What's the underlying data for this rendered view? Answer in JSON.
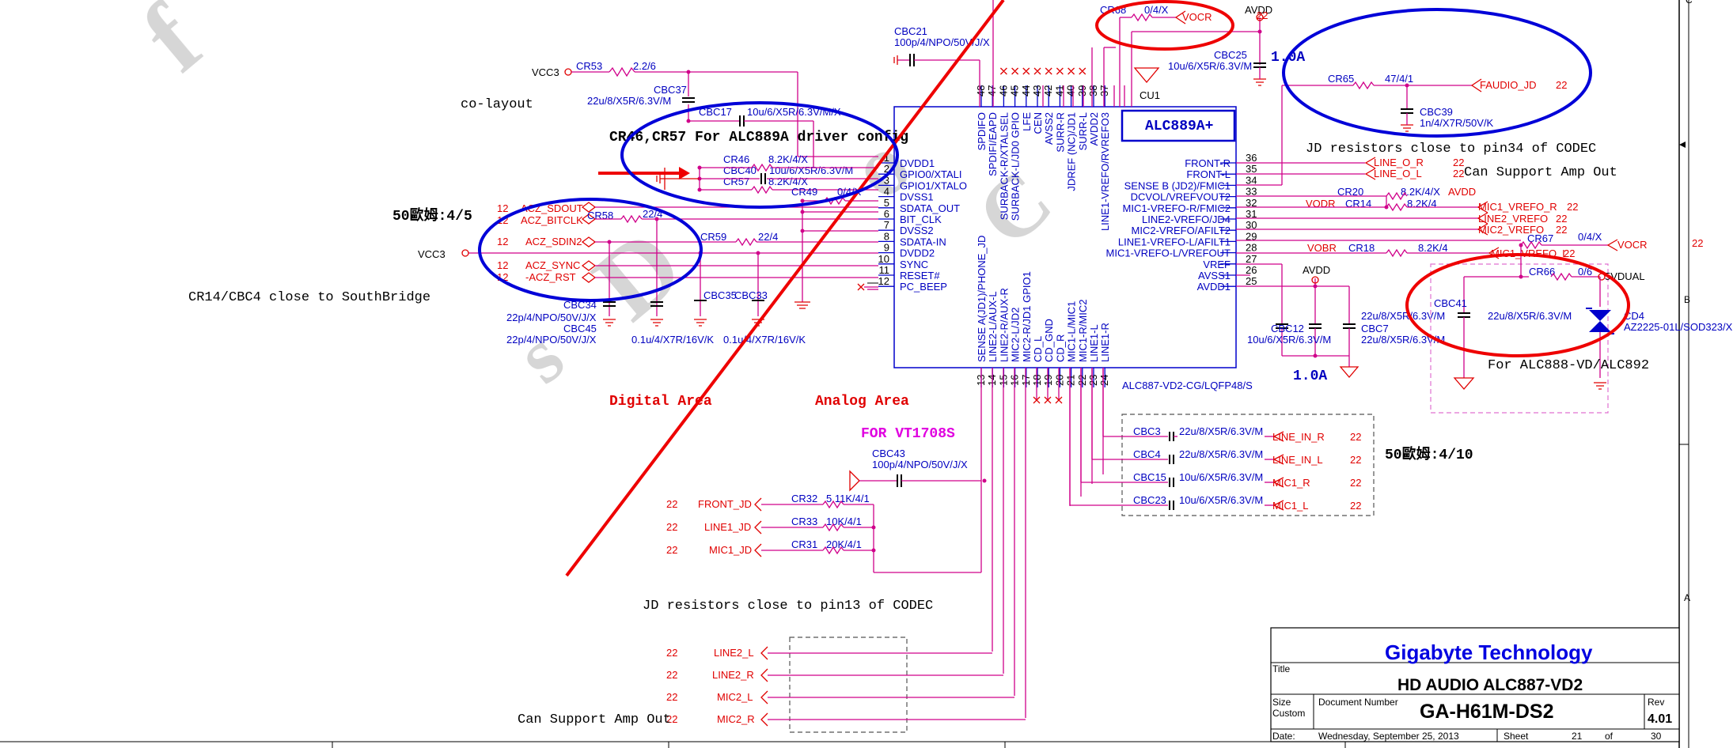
{
  "watermark": {
    "chars": [
      "f",
      "i",
      "D",
      "o",
      "s",
      "C"
    ]
  },
  "notes": {
    "co_layout": "co-layout",
    "driver_config": "CR46,CR57 For ALC889A driver config",
    "ohm_left": "50歐姆:4/5",
    "ohm_right": "50歐姆:4/10",
    "close_southbridge": "CR14/CBC4 close to SouthBridge",
    "digital_area": "Digital Area",
    "analog_area": "Analog Area",
    "for_vt1708s": "FOR VT1708S",
    "jd_pin13": "JD resistors close to pin13 of CODEC",
    "jd_pin34": "JD resistors close to pin34 of CODEC",
    "amp_out_top": "Can Support Amp Out",
    "amp_out_bottom": "Can Support Amp Out",
    "for_alc888": "For ALC888-VD/ALC892",
    "current_top": "1.0A",
    "current_bottom": "1.0A"
  },
  "chip": {
    "ref": "CU1",
    "name": "ALC889A+",
    "part": "ALC887-VD2-CG/LQFP48/S",
    "left_pins": [
      {
        "num": "1",
        "name": "DVDD1"
      },
      {
        "num": "2",
        "name": "GPIO0/XTALI"
      },
      {
        "num": "3",
        "name": "GPIO1/XTALO"
      },
      {
        "num": "4",
        "name": "DVSS1"
      },
      {
        "num": "5",
        "name": "SDATA_OUT"
      },
      {
        "num": "6",
        "name": "BIT_CLK"
      },
      {
        "num": "7",
        "name": "DVSS2"
      },
      {
        "num": "8",
        "name": "SDATA-IN"
      },
      {
        "num": "9",
        "name": "DVDD2"
      },
      {
        "num": "10",
        "name": "SYNC"
      },
      {
        "num": "11",
        "name": "RESET#"
      },
      {
        "num": "12",
        "name": "PC_BEEP"
      }
    ],
    "right_pins": [
      {
        "num": "36",
        "name": "FRONT-R"
      },
      {
        "num": "35",
        "name": "FRONT-L"
      },
      {
        "num": "34",
        "name": "SENSE B (JD2)/FMIC1"
      },
      {
        "num": "33",
        "name": "DCVOL/VREFVOUT2"
      },
      {
        "num": "32",
        "name": "MIC1-VREFO-R/FMIC2"
      },
      {
        "num": "31",
        "name": "LINE2-VREFO/JD4"
      },
      {
        "num": "30",
        "name": "MIC2-VREFO/AFILT2"
      },
      {
        "num": "29",
        "name": "LINE1-VREFO-L/AFILT1"
      },
      {
        "num": "28",
        "name": "MIC1-VREFO-L/VREFOUT"
      },
      {
        "num": "27",
        "name": "VREF"
      },
      {
        "num": "26",
        "name": "AVSS1"
      },
      {
        "num": "25",
        "name": "AVDD1"
      }
    ],
    "top_pins": [
      {
        "num": "48",
        "name": "SPDIFO"
      },
      {
        "num": "47",
        "name": "SPDIFI/EAPD"
      },
      {
        "num": "46",
        "name": "SURBACK-R/XTALSEL"
      },
      {
        "num": "45",
        "name": "SURBACK-L/JD0 GPIO"
      },
      {
        "num": "44",
        "name": "LFE"
      },
      {
        "num": "43",
        "name": "CEN"
      },
      {
        "num": "42",
        "name": "AVSS2"
      },
      {
        "num": "41",
        "name": "SURR-R"
      },
      {
        "num": "40",
        "name": "JDREF (NC)/JD1"
      },
      {
        "num": "39",
        "name": "SURR-L"
      },
      {
        "num": "38",
        "name": "AVDD2"
      },
      {
        "num": "37",
        "name": "LINE1-VREFO/RVREFO3"
      }
    ],
    "bottom_pins": [
      {
        "num": "13",
        "name": "SENSE A(JD1)/PHONE_JD"
      },
      {
        "num": "14",
        "name": "LINE2-L/AUX-L"
      },
      {
        "num": "15",
        "name": "LINE2-R/AUX-R"
      },
      {
        "num": "16",
        "name": "MIC2-L/JD2"
      },
      {
        "num": "17",
        "name": "MIC2-R/JD1 GPIO1"
      },
      {
        "num": "18",
        "name": "CD_L"
      },
      {
        "num": "19",
        "name": "CD_GND"
      },
      {
        "num": "20",
        "name": "CD_R"
      },
      {
        "num": "21",
        "name": "MIC1-L/MIC1"
      },
      {
        "num": "22",
        "name": "MIC1-R/MIC2"
      },
      {
        "num": "23",
        "name": "LINE1-L"
      },
      {
        "num": "24",
        "name": "LINE1-R"
      }
    ]
  },
  "components": {
    "cr53": {
      "ref": "CR53",
      "val": "2.2/6"
    },
    "cbc37": {
      "ref": "CBC37",
      "val": "22u/8/X5R/6.3V/M"
    },
    "cbc17": {
      "ref": "CBC17",
      "val": "10u/6/X5R/6.3V/M/X"
    },
    "cr46": {
      "ref": "CR46",
      "val": "8.2K/4/X"
    },
    "cbc40": {
      "ref": "CBC40",
      "val": "10u/6/X5R/6.3V/M"
    },
    "cr57": {
      "ref": "CR57",
      "val": "8.2K/4/X"
    },
    "cr49": {
      "ref": "CR49",
      "val": "0/4/X"
    },
    "cr58": {
      "ref": "CR58",
      "val": "22/4"
    },
    "cr59": {
      "ref": "CR59",
      "val": "22/4"
    },
    "cbc34": {
      "ref": "CBC34",
      "val": "22p/4/NPO/50V/J/X"
    },
    "cbc45": {
      "ref": "CBC45",
      "val": "22p/4/NPO/50V/J/X"
    },
    "cbc35": {
      "ref": "CBC35",
      "val": "0.1u/4/X7R/16V/K"
    },
    "cbc33": {
      "ref": "CBC33",
      "val": "0.1u/4/X7R/16V/K"
    },
    "cbc21": {
      "ref": "CBC21",
      "val": "100p/4/NPO/50V/J/X"
    },
    "cr68": {
      "ref": "CR68",
      "val": "0/4/X"
    },
    "cbc25": {
      "ref": "CBC25",
      "val": "10u/6/X5R/6.3V/M"
    },
    "cr65": {
      "ref": "CR65",
      "val": "47/4/1"
    },
    "cbc39": {
      "ref": "CBC39",
      "val": "1n/4/X7R/50V/K"
    },
    "cr20": {
      "ref": "CR20",
      "val": "8.2K/4/X"
    },
    "cr14": {
      "ref": "CR14",
      "val": "8.2K/4"
    },
    "cr67": {
      "ref": "CR67",
      "val": "0/4/X"
    },
    "cr18": {
      "ref": "CR18",
      "val": "8.2K/4"
    },
    "cr66": {
      "ref": "CR66",
      "val": "0/6"
    },
    "cbc41": {
      "ref": "CBC41",
      "val": "22u/8/X5R/6.3V/M"
    },
    "cd4": {
      "ref": "CD4",
      "val": "AZ2225-01L/SOD323/X"
    },
    "cbc12": {
      "ref": "CBC12",
      "val": "10u/6/X5R/6.3V/M"
    },
    "cbc7": {
      "ref": "CBC7",
      "val": "22u/8/X5R/6.3V/M"
    },
    "cbc43": {
      "ref": "CBC43",
      "val": "100p/4/NPO/50V/J/X"
    },
    "cr32": {
      "ref": "CR32",
      "val": "5.11K/4/1"
    },
    "cr33": {
      "ref": "CR33",
      "val": "10K/4/1"
    },
    "cr31": {
      "ref": "CR31",
      "val": "20K/4/1"
    },
    "cbc3": {
      "ref": "CBC3",
      "val": "22u/8/X5R/6.3V/M"
    },
    "cbc4": {
      "ref": "CBC4",
      "val": "22u/8/X5R/6.3V/M"
    },
    "cbc15": {
      "ref": "CBC15",
      "val": "10u/6/X5R/6.3V/M"
    },
    "cbc23": {
      "ref": "CBC23",
      "val": "10u/6/X5R/6.3V/M"
    }
  },
  "nets": {
    "vcc3_a": "VCC3",
    "vcc3_b": "VCC3",
    "avdd_top": "AVDD",
    "avdd_mid": "AVDD",
    "avdd_r": "AVDD",
    "vocr_top": "VOCR",
    "vocr_right": "VOCR",
    "faudio_jd": "FAUDIO_JD",
    "line_o_r": "LINE_O_R",
    "line_o_l": "LINE_O_L",
    "vodr": "VODR",
    "mic1_vrefo_r": "MIC1_VREFO_R",
    "line2_vrefo": "LINE2_VREFO",
    "mic2_vrefo": "MIC2_VREFO",
    "vobr": "VOBR",
    "mic1_vrefo_l": "MIC1_VREFO_L",
    "fivevdual": "5VDUAL",
    "acz_sdout": "ACZ_SDOUT",
    "acz_bitclk": "ACZ_BITCLK",
    "acz_sdin2": "ACZ_SDIN2",
    "acz_sync": "ACZ_SYNC",
    "acz_rst": "-ACZ_RST",
    "front_jd": "FRONT_JD",
    "line1_jd": "LINE1_JD",
    "mic1_jd": "MIC1_JD",
    "line_in_r": "LINE_IN_R",
    "line_in_l": "LINE_IN_L",
    "mic1_r": "MIC1_R",
    "mic1_l": "MIC1_L",
    "line2_l": "LINE2_L",
    "line2_r": "LINE2_R",
    "mic2_l": "MIC2_L",
    "mic2_r": "MIC2_R",
    "sheet_ref": "22",
    "sheet_ref_12": "12"
  },
  "title_block": {
    "company": "Gigabyte Technology",
    "title_label": "Title",
    "title": "HD AUDIO ALC887-VD2",
    "size_label": "Size",
    "size_value": "Custom",
    "doc_label": "Document Number",
    "doc_number": "GA-H61M-DS2",
    "rev_label": "Rev",
    "rev": "4.01",
    "date_label": "Date:",
    "date": "Wednesday, September 25, 2013",
    "sheet_label": "Sheet",
    "sheet": "21",
    "of_label": "of",
    "total": "30"
  },
  "border": {
    "zones": [
      "C",
      "B",
      "A"
    ]
  }
}
